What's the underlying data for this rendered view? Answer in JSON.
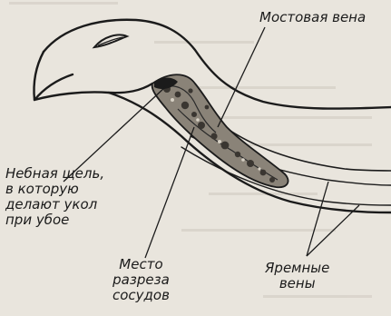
{
  "labels": {
    "bridge_vein": "Мостовая вена",
    "palatal_slit": [
      "Небная щель,",
      "в которую",
      "делают укол",
      "при убое"
    ],
    "cut_place": [
      "Место",
      "разреза",
      "сосудов"
    ],
    "jugular_veins": [
      "Яремные",
      "вены"
    ]
  },
  "colors": {
    "ink": "#1b1b1b",
    "paper": "#e9e5dd",
    "bleed_text": "#bdb8ae"
  }
}
